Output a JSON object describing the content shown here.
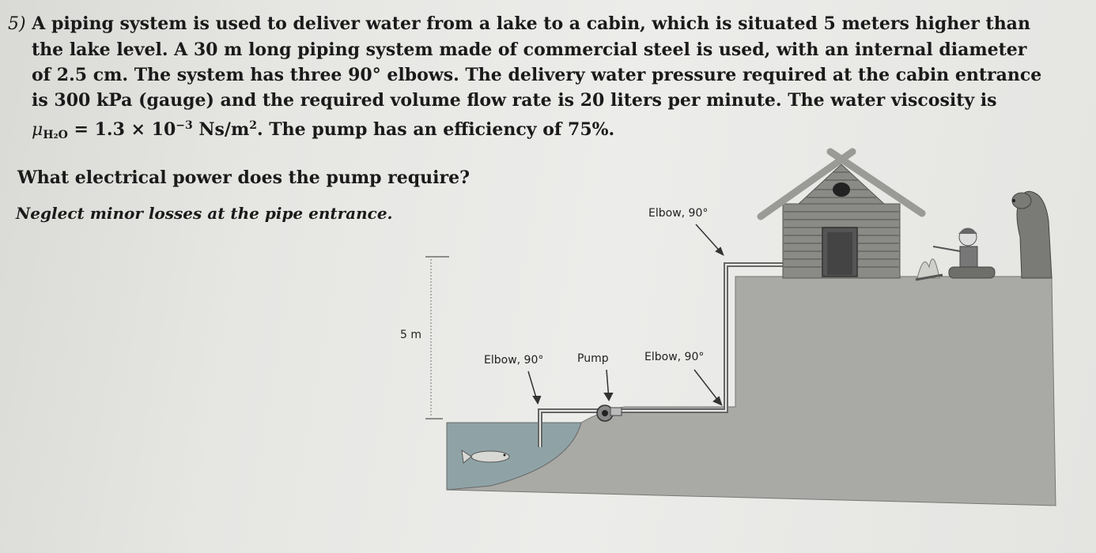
{
  "problem": {
    "number": "5)",
    "line1": "A piping system is used to deliver water from a lake to a cabin, which is situated 5 meters higher than",
    "line2": "the lake level. A 30 m long piping system made of commercial steel is used, with an internal diameter",
    "line3": "of 2.5 cm. The system has three 90° elbows. The delivery water pressure required at the cabin entrance",
    "line4": "is 300 kPa (gauge) and the required volume flow rate is 20 liters per minute.  The water viscosity is",
    "mu_symbol": "μ",
    "mu_subscript": "H₂O",
    "mu_value": " = 1.3 × 10",
    "mu_exponent": "−3",
    "mu_units": " Ns/m",
    "mu_units_exp": "2",
    "line5_rest": ". The pump has an efficiency of 75%.",
    "question": "What electrical power does the pump require?",
    "note": "Neglect minor losses at the pipe entrance."
  },
  "diagram": {
    "height_label": "5 m",
    "elbow_top_label": "Elbow, 90°",
    "elbow_left_label": "Elbow, 90°",
    "pump_label": "Pump",
    "elbow_right_label": "Elbow, 90°"
  }
}
